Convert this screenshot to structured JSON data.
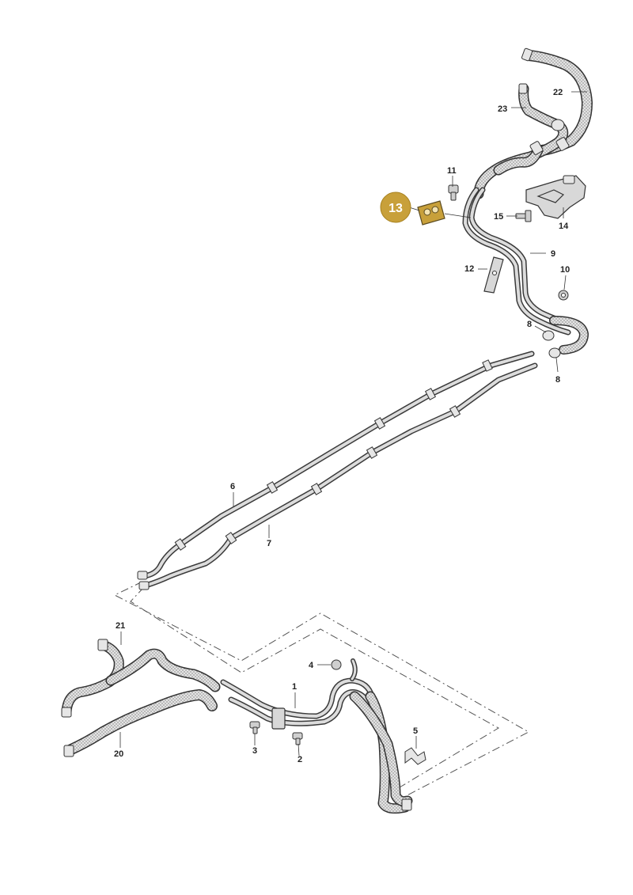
{
  "colors": {
    "highlight_fill": "#c8a03a",
    "highlight_text": "#ffffff",
    "line": "#333333",
    "background": "#ffffff"
  },
  "highlight": {
    "label": "13"
  },
  "callouts": {
    "c1": "1",
    "c2": "2",
    "c3": "3",
    "c4": "4",
    "c5": "5",
    "c6": "6",
    "c7": "7",
    "c8a": "8",
    "c8b": "8",
    "c9": "9",
    "c10": "10",
    "c11": "11",
    "c12": "12",
    "c14": "14",
    "c15": "15",
    "c20": "20",
    "c21": "21",
    "c22": "22",
    "c23": "23"
  }
}
